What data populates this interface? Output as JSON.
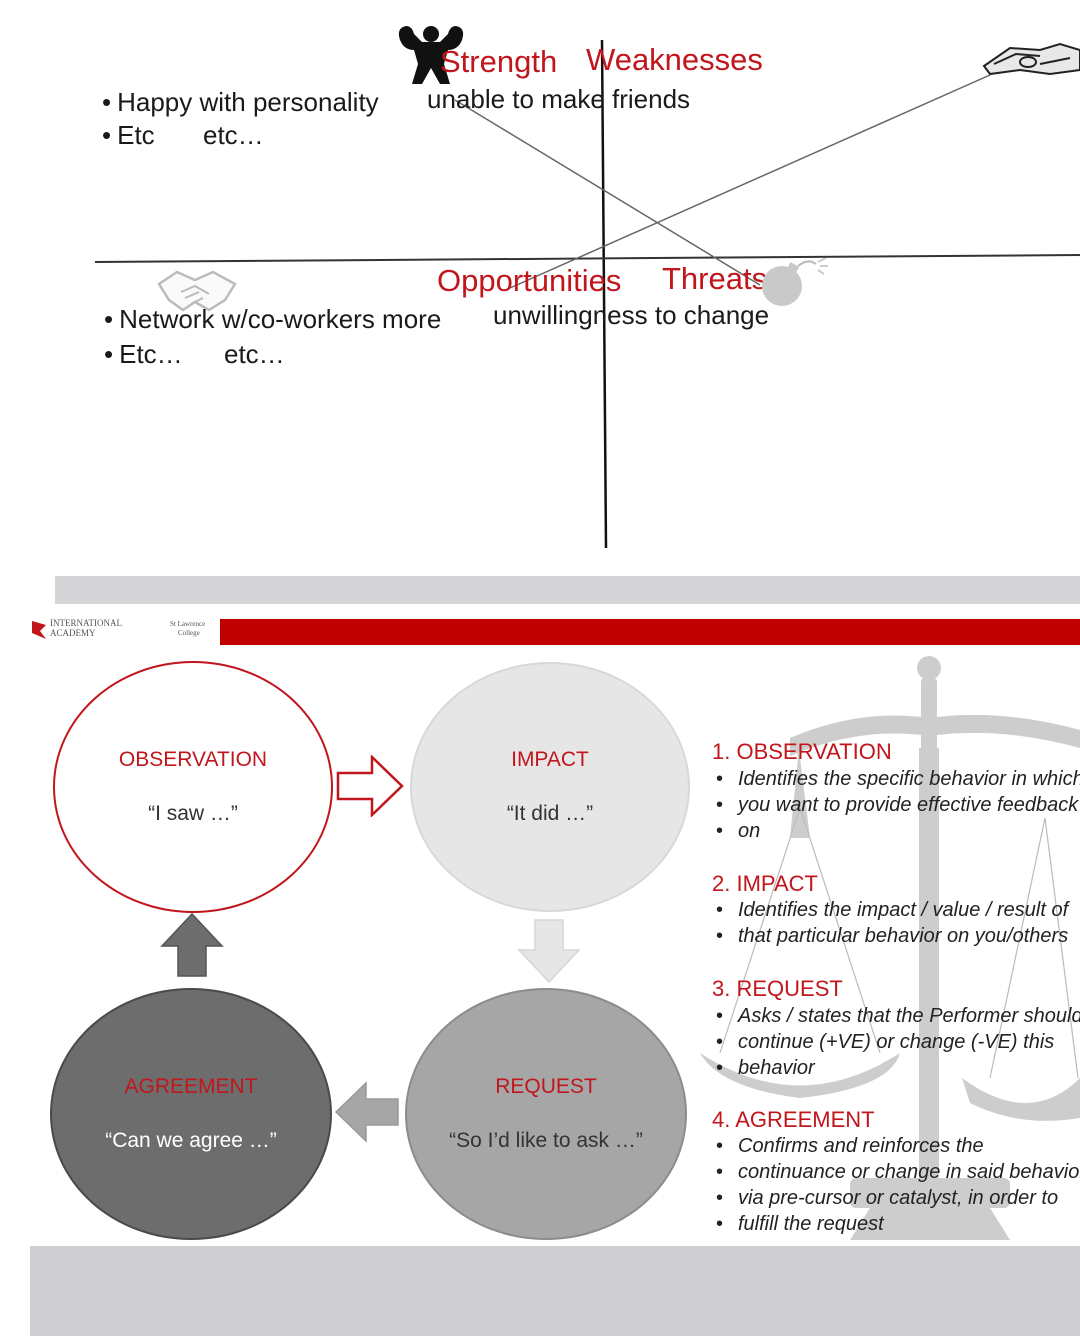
{
  "swot": {
    "strength_title": "Strength",
    "weaknesses_title": "Weaknesses",
    "opportunities_title": "Opportunities",
    "threats_title": "Threats",
    "strength_items": [
      "Happy with personality",
      "Etc"
    ],
    "weakness_items": [
      "unable to make friends",
      "etc…"
    ],
    "opportunity_items": [
      "Network w/co-workers more",
      "Etc…"
    ],
    "threat_items": [
      "unwillingness to change",
      "etc…"
    ]
  },
  "header": {
    "logo_line1": "INTERNATIONAL",
    "logo_line2": "ACADEMY",
    "logo2_line1": "St Lawrence",
    "logo2_line2": "College"
  },
  "cycle": {
    "observation": {
      "title": "OBSERVATION",
      "quote": "“I saw …”"
    },
    "impact": {
      "title": "IMPACT",
      "quote": "“It did …”"
    },
    "request": {
      "title": "REQUEST",
      "quote": "“So I’d like to ask …”"
    },
    "agreement": {
      "title": "AGREEMENT",
      "quote": "“Can we agree …”"
    }
  },
  "steps": [
    {
      "heading": "1. OBSERVATION",
      "lines": [
        "Identifies the specific behavior in which",
        "you want to provide effective feedback",
        "on"
      ]
    },
    {
      "heading": "2. IMPACT",
      "lines": [
        "Identifies the impact / value / result of",
        "that particular behavior on you/others"
      ]
    },
    {
      "heading": "3. REQUEST",
      "lines": [
        "Asks / states that the Performer should",
        "continue (+VE) or change (-VE) this",
        "behavior"
      ]
    },
    {
      "heading": "4. AGREEMENT",
      "lines": [
        "Confirms and reinforces the",
        "continuance or change in said behavior",
        "via pre-cursor or catalyst, in order to",
        "fulfill the request"
      ]
    }
  ],
  "colors": {
    "accent_red": "#c00000",
    "heading_red": "#c0161c",
    "band_gray": "#d5d5d7"
  },
  "icons": [
    "strongman-icon",
    "money-icon",
    "handshake-icon",
    "bomb-icon",
    "balance-scale-icon",
    "school-logo-icon"
  ]
}
